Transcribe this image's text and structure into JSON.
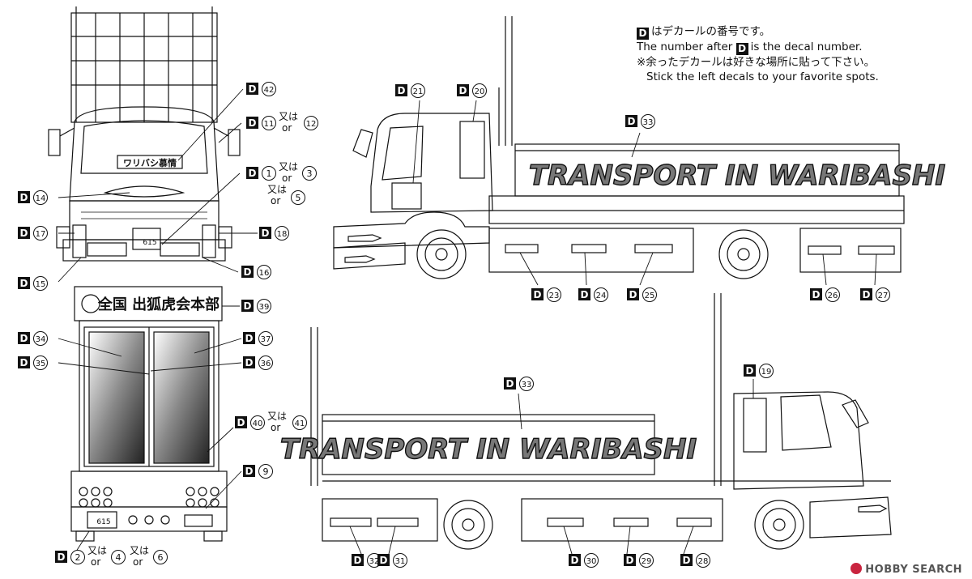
{
  "notes": {
    "line1_a": "はデカールの番号です。",
    "line2_a": "The number after",
    "line2_b": "is the decal number.",
    "line3": "※余ったデカールは好きな場所に貼って下さい。",
    "line4": "Stick the left decals to your favorite spots."
  },
  "decal_letter": "D",
  "or_jp": "又は",
  "or_en": "or",
  "banner_text": "TRANSPORT IN WARIBASHI",
  "front_plate": "ワリバシ慕情",
  "rear_top_sign": "全国 出狐虎会本部",
  "plate_number": "615",
  "callouts": [
    {
      "id": "c42",
      "nums": [
        "42"
      ]
    },
    {
      "id": "c11",
      "nums": [
        "11",
        "12"
      ]
    },
    {
      "id": "c1",
      "nums": [
        "1",
        "3",
        "5"
      ]
    },
    {
      "id": "c14",
      "nums": [
        "14"
      ]
    },
    {
      "id": "c17",
      "nums": [
        "17"
      ]
    },
    {
      "id": "c18",
      "nums": [
        "18"
      ]
    },
    {
      "id": "c15",
      "nums": [
        "15"
      ]
    },
    {
      "id": "c16",
      "nums": [
        "16"
      ]
    },
    {
      "id": "c39",
      "nums": [
        "39"
      ]
    },
    {
      "id": "c34",
      "nums": [
        "34"
      ]
    },
    {
      "id": "c35",
      "nums": [
        "35"
      ]
    },
    {
      "id": "c37",
      "nums": [
        "37"
      ]
    },
    {
      "id": "c36",
      "nums": [
        "36"
      ]
    },
    {
      "id": "c40",
      "nums": [
        "40",
        "41"
      ]
    },
    {
      "id": "c9",
      "nums": [
        "9"
      ]
    },
    {
      "id": "c2",
      "nums": [
        "2",
        "4",
        "6"
      ]
    },
    {
      "id": "c21",
      "nums": [
        "21"
      ]
    },
    {
      "id": "c20",
      "nums": [
        "20"
      ]
    },
    {
      "id": "c33a",
      "nums": [
        "33"
      ]
    },
    {
      "id": "c23",
      "nums": [
        "23"
      ]
    },
    {
      "id": "c24",
      "nums": [
        "24"
      ]
    },
    {
      "id": "c25",
      "nums": [
        "25"
      ]
    },
    {
      "id": "c26",
      "nums": [
        "26"
      ]
    },
    {
      "id": "c27",
      "nums": [
        "27"
      ]
    },
    {
      "id": "c33b",
      "nums": [
        "33"
      ]
    },
    {
      "id": "c19",
      "nums": [
        "19"
      ]
    },
    {
      "id": "c32",
      "nums": [
        "32"
      ]
    },
    {
      "id": "c31",
      "nums": [
        "31"
      ]
    },
    {
      "id": "c30",
      "nums": [
        "30"
      ]
    },
    {
      "id": "c29",
      "nums": [
        "29"
      ]
    },
    {
      "id": "c28",
      "nums": [
        "28"
      ]
    }
  ],
  "watermark": "HOBBY SEARCH"
}
